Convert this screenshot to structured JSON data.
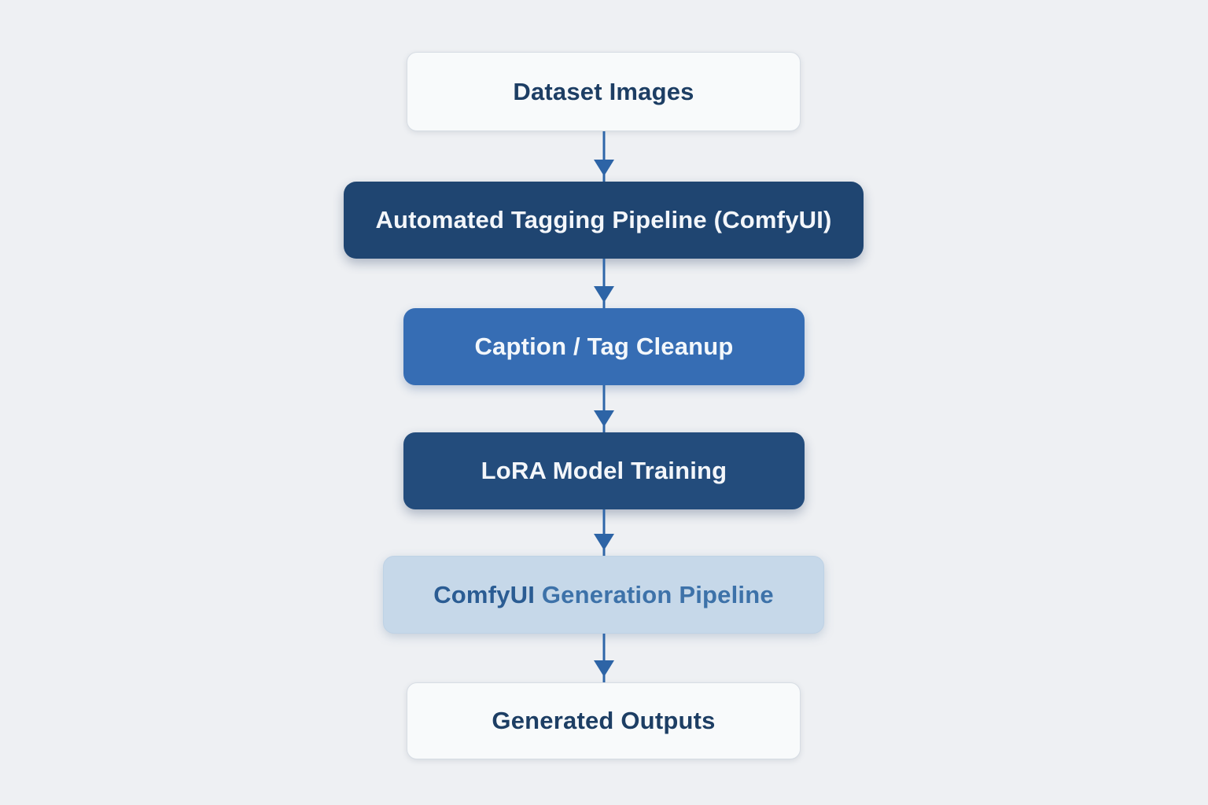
{
  "diagram": {
    "title": "LoRA training and generation pipeline flowchart",
    "background_color": "#eef0f3",
    "flow_direction": "top-to-bottom"
  },
  "palette": {
    "navy_box": "#1f4571",
    "navy2_box": "#234c7c",
    "blue_box": "#366db4",
    "lightblue_box": "#c6d8e9",
    "light_box": "#f8fafb",
    "light_box_border": "#d7dde4",
    "dark_text": "#1d3e64",
    "light_text": "#f3f6fa",
    "arrow": "#2e66a9"
  },
  "flow": {
    "nodes": [
      {
        "id": "dataset-images",
        "label": "Dataset Images",
        "style": "light"
      },
      {
        "id": "automated-tagging",
        "label": "Automated Tagging Pipeline (ComfyUI)",
        "style": "navy"
      },
      {
        "id": "caption-tag-cleanup",
        "label": "Caption / Tag Cleanup",
        "style": "blue"
      },
      {
        "id": "lora-model-training",
        "label": "LoRA Model Training",
        "style": "navy2"
      },
      {
        "id": "comfyui-generation",
        "label": "ComfyUI Generation Pipeline",
        "style": "lightblue",
        "label_part1": "ComfyUI",
        "label_part2": " Generation Pipeline"
      },
      {
        "id": "generated-outputs",
        "label": "Generated Outputs",
        "style": "light"
      }
    ],
    "connectors": [
      {
        "from": "dataset-images",
        "to": "automated-tagging"
      },
      {
        "from": "automated-tagging",
        "to": "caption-tag-cleanup"
      },
      {
        "from": "caption-tag-cleanup",
        "to": "lora-model-training"
      },
      {
        "from": "lora-model-training",
        "to": "comfyui-generation"
      },
      {
        "from": "comfyui-generation",
        "to": "generated-outputs"
      }
    ]
  }
}
